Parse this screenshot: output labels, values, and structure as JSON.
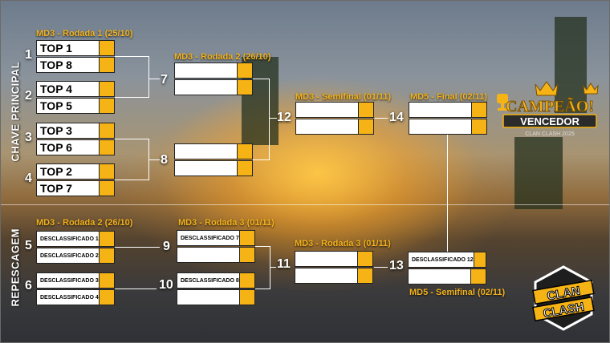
{
  "side_labels": {
    "main": "CHAVE PRINCIPAL",
    "repechage": "REPESCAGEM"
  },
  "round_titles": {
    "r1": "MD3 - Rodada 1 (25/10)",
    "r2": "MD3 - Rodada 2 (26/10)",
    "semi": "MD3 - Semifinal (01/11)",
    "final": "MD5 - Final (02/11)",
    "rep_r2": "MD3 - Rodada 2 (26/10)",
    "rep_r3a": "MD3 - Rodada 3 (01/11)",
    "rep_r3b": "MD3 - Rodada 3 (01/11)",
    "rep_semi": "MD5 - Semifinal (02/11)"
  },
  "match_numbers": [
    "1",
    "2",
    "3",
    "4",
    "5",
    "6",
    "7",
    "8",
    "9",
    "10",
    "11",
    "12",
    "13",
    "14"
  ],
  "slots": {
    "m1a": "TOP 1",
    "m1b": "TOP 8",
    "m2a": "TOP 4",
    "m2b": "TOP 5",
    "m3a": "TOP 3",
    "m3b": "TOP 6",
    "m4a": "TOP 2",
    "m4b": "TOP 7",
    "m5a": "DESCLASSIFICADO 1",
    "m5b": "DESCLASSIFICADO 2",
    "m6a": "DESCLASSIFICADO 3",
    "m6b": "DESCLASSIFICADO 4",
    "m9a": "DESCLASSIFICADO 7",
    "m10a": "DESCLASSIFICADO 8",
    "m13a": "DESCLASSIFICADO 12"
  },
  "badge": {
    "line1": "CAMPEÃO!",
    "line2": "VENCEDOR",
    "line3": "CLAN CLASH 2025"
  },
  "clan_logo": {
    "line1": "CLAN",
    "line2": "CLASH"
  },
  "colors": {
    "accent": "#f6b316",
    "title": "#f2b21c"
  }
}
